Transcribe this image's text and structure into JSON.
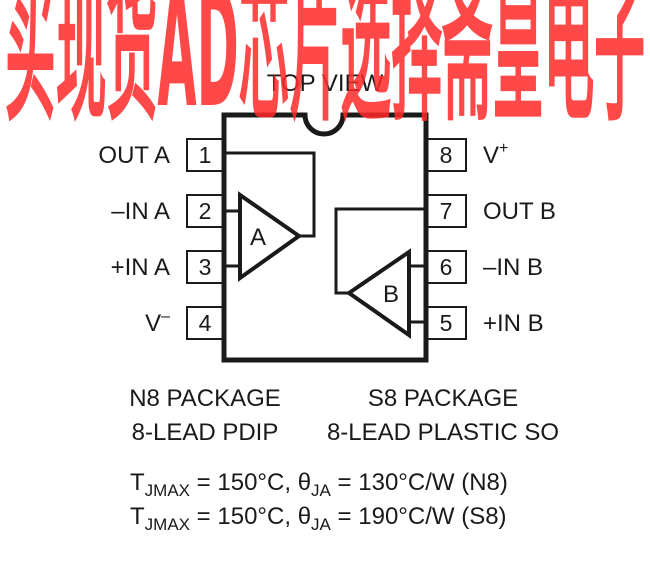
{
  "watermark": {
    "text": "买现货AD芯片选择斋皇电子",
    "color": "#ff2a2a"
  },
  "top_view": "TOP VIEW",
  "pins_left": [
    {
      "number": "1",
      "label": "OUT A"
    },
    {
      "number": "2",
      "label": "–IN A"
    },
    {
      "number": "3",
      "label": "+IN A"
    },
    {
      "number": "4",
      "label": "V",
      "superscript": "–"
    }
  ],
  "pins_right": [
    {
      "number": "8",
      "label": "V",
      "superscript": "+"
    },
    {
      "number": "7",
      "label": "OUT B"
    },
    {
      "number": "6",
      "label": "–IN B"
    },
    {
      "number": "5",
      "label": "+IN B"
    }
  ],
  "amplifiers": {
    "a": "A",
    "b": "B"
  },
  "packages": {
    "n8_line1": "N8 PACKAGE",
    "n8_line2": "8-LEAD PDIP",
    "s8_line1": "S8 PACKAGE",
    "s8_line2": "8-LEAD PLASTIC SO"
  },
  "thermal": [
    {
      "t": "T",
      "t_sub": "JMAX",
      "t_val": " = 150°C, ",
      "theta": "θ",
      "theta_sub": "JA",
      "theta_val": " = 130°C/W (N8)"
    },
    {
      "t": "T",
      "t_sub": "JMAX",
      "t_val": " = 150°C, ",
      "theta": "θ",
      "theta_sub": "JA",
      "theta_val": " = 190°C/W (S8)"
    }
  ]
}
